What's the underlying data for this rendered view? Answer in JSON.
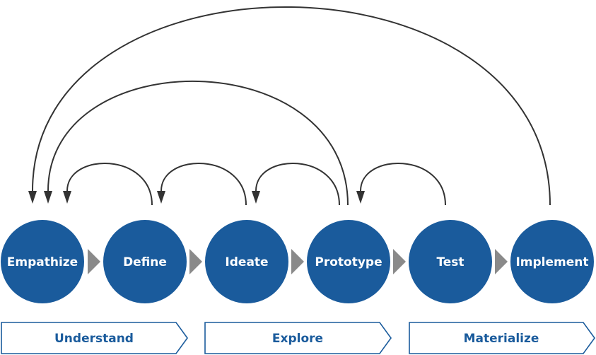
{
  "colors": {
    "stage_fill": "#1a5b9c",
    "stage_text": "#ffffff",
    "flow_arrow": "#8a8a8a",
    "loop_line": "#333333",
    "phase_border": "#1a5b9c",
    "phase_text": "#1a5b9c"
  },
  "stages": [
    {
      "label": "Empathize"
    },
    {
      "label": "Define"
    },
    {
      "label": "Ideate"
    },
    {
      "label": "Prototype"
    },
    {
      "label": "Test"
    },
    {
      "label": "Implement"
    }
  ],
  "phases": [
    {
      "label": "Understand"
    },
    {
      "label": "Explore"
    },
    {
      "label": "Materialize"
    }
  ],
  "feedback_loops": [
    {
      "from": "Define",
      "to": "Empathize"
    },
    {
      "from": "Ideate",
      "to": "Define"
    },
    {
      "from": "Prototype",
      "to": "Ideate"
    },
    {
      "from": "Test",
      "to": "Prototype"
    },
    {
      "from": "Prototype",
      "to": "Empathize"
    },
    {
      "from": "Implement",
      "to": "Empathize"
    }
  ]
}
